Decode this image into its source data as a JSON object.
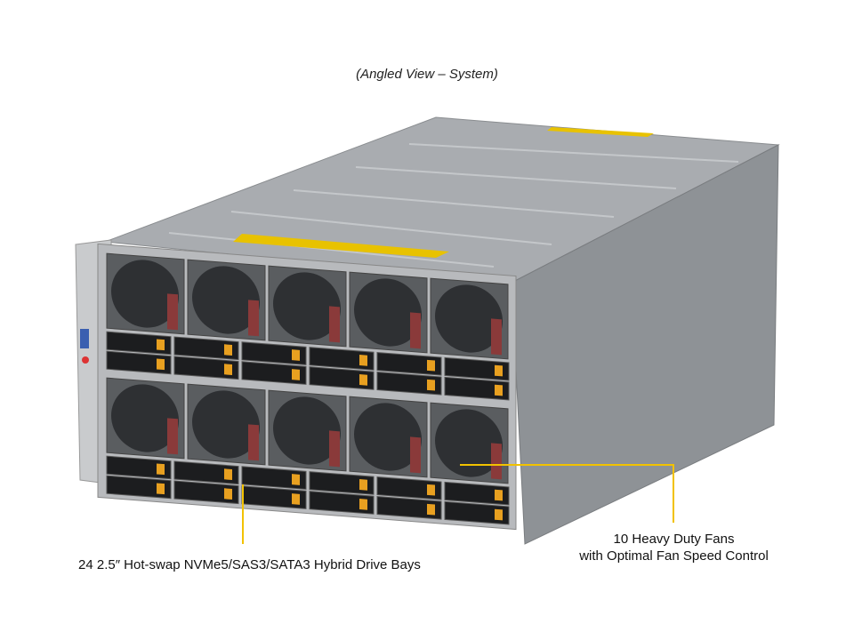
{
  "title": "(Angled View – System)",
  "callouts": {
    "drives": "24 2.5″ Hot-swap NVMe5/SAS3/SATA3 Hybrid Drive Bays",
    "fans_line1": "10 Heavy Duty Fans",
    "fans_line2": "with Optimal Fan Speed Control"
  },
  "colors": {
    "callout_line": "#f2c200",
    "chassis_top": "#a9acb0",
    "chassis_side": "#8e9296",
    "drive_latch": "#e8a020",
    "fan_handle": "#8a3a3a"
  }
}
